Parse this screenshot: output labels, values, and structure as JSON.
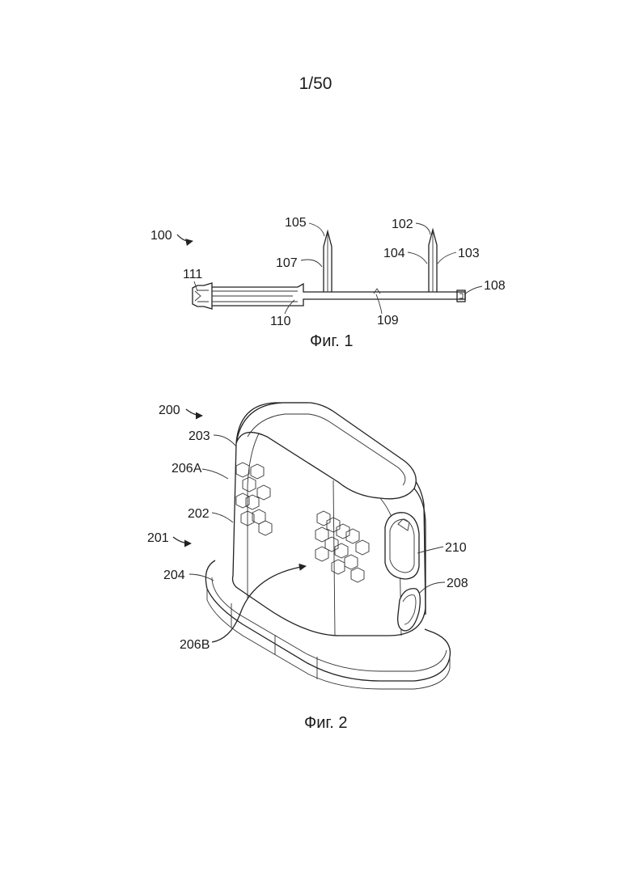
{
  "page_number": "1/50",
  "figure1": {
    "caption": "Фиг. 1",
    "labels": {
      "r100": "100",
      "r111": "111",
      "r105": "105",
      "r107": "107",
      "r110": "110",
      "r102": "102",
      "r104": "104",
      "r103": "103",
      "r108": "108",
      "r109": "109"
    }
  },
  "figure2": {
    "caption": "Фиг. 2",
    "labels": {
      "r200": "200",
      "r203": "203",
      "r206A": "206A",
      "r202": "202",
      "r201": "201",
      "r204": "204",
      "r206B": "206B",
      "r210": "210",
      "r208": "208"
    }
  }
}
